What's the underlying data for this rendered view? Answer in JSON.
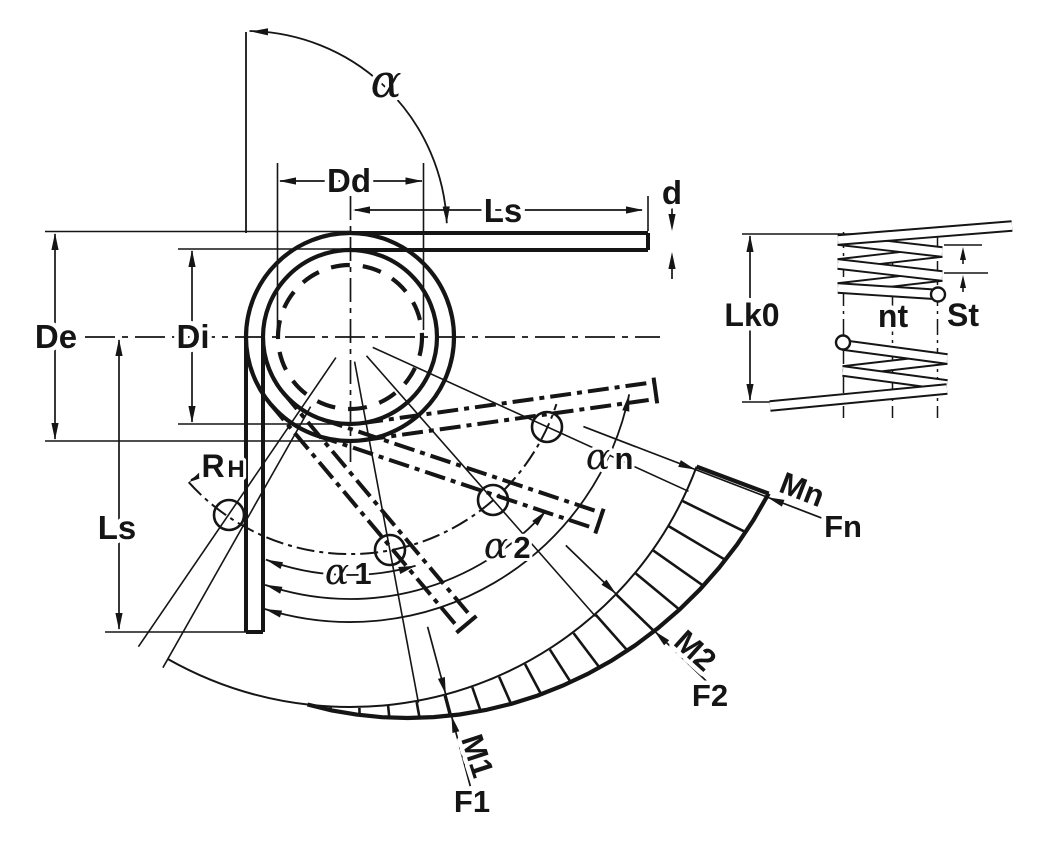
{
  "diagram": {
    "colors": {
      "line": "#151515",
      "background": "#ffffff"
    },
    "front_view": {
      "labels": {
        "free_angle": "α",
        "mandrel_diameter": "Dd",
        "leg_length_top": "Ls",
        "wire_diameter": "d",
        "outer_diameter": "De",
        "inner_diameter": "Di",
        "lever_radius_main": "R",
        "lever_radius_sub": "H",
        "leg_length_left": "Ls",
        "angle1_sym": "α",
        "angle1_idx": "1",
        "angle2_sym": "α",
        "angle2_idx": "2",
        "anglen_sym": "α",
        "anglen_idx": "n",
        "moment1": "M1",
        "force1": "F1",
        "moment2": "M2",
        "force2": "F2",
        "momentn": "Mn",
        "forcen": "Fn"
      }
    },
    "side_view": {
      "labels": {
        "body_length": "Lk0",
        "total_coils": "nt",
        "coil_gap": "St"
      }
    }
  }
}
